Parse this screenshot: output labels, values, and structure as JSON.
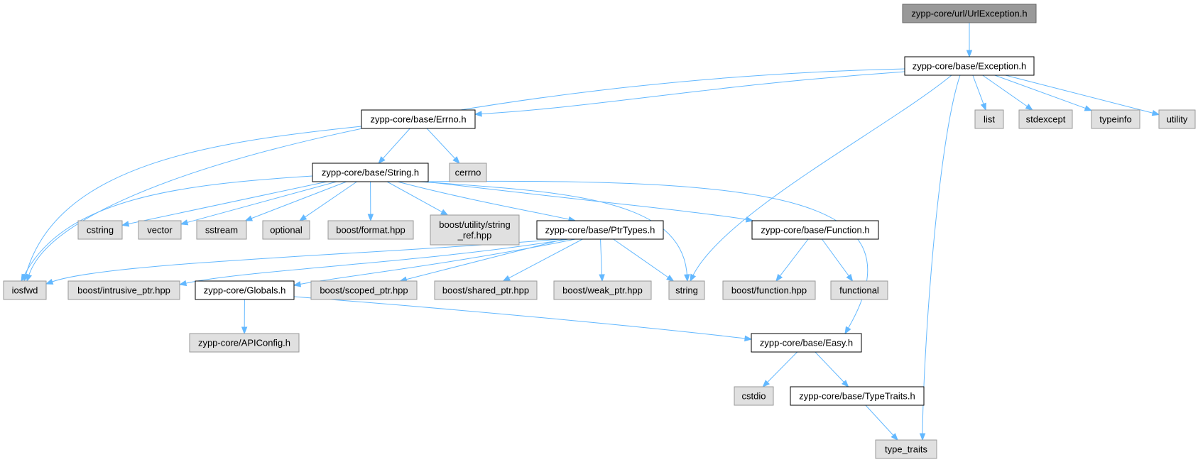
{
  "colors": {
    "edge": "#63b8ff",
    "root_fill": "#999999",
    "root_border": "#666666",
    "header_fill": "#ffffff",
    "header_border": "#000000",
    "system_fill": "#e0e0e0",
    "system_border": "#999999"
  },
  "nodes": [
    {
      "id": "n_url_exception",
      "lines": [
        "zypp-core/url/UrlException.h"
      ],
      "kind": "root"
    },
    {
      "id": "n_exception",
      "lines": [
        "zypp-core/base/Exception.h"
      ],
      "kind": "header"
    },
    {
      "id": "n_errno",
      "lines": [
        "zypp-core/base/Errno.h"
      ],
      "kind": "header"
    },
    {
      "id": "n_list",
      "lines": [
        "list"
      ],
      "kind": "system"
    },
    {
      "id": "n_stdexcept",
      "lines": [
        "stdexcept"
      ],
      "kind": "system"
    },
    {
      "id": "n_typeinfo",
      "lines": [
        "typeinfo"
      ],
      "kind": "system"
    },
    {
      "id": "n_utility",
      "lines": [
        "utility"
      ],
      "kind": "system"
    },
    {
      "id": "n_string_h",
      "lines": [
        "zypp-core/base/String.h"
      ],
      "kind": "header"
    },
    {
      "id": "n_cerrno",
      "lines": [
        "cerrno"
      ],
      "kind": "system"
    },
    {
      "id": "n_cstring",
      "lines": [
        "cstring"
      ],
      "kind": "system"
    },
    {
      "id": "n_vector",
      "lines": [
        "vector"
      ],
      "kind": "system"
    },
    {
      "id": "n_sstream",
      "lines": [
        "sstream"
      ],
      "kind": "system"
    },
    {
      "id": "n_optional",
      "lines": [
        "optional"
      ],
      "kind": "system"
    },
    {
      "id": "n_boost_format",
      "lines": [
        "boost/format.hpp"
      ],
      "kind": "system"
    },
    {
      "id": "n_boost_string_ref",
      "lines": [
        "boost/utility/string",
        "_ref.hpp"
      ],
      "kind": "system"
    },
    {
      "id": "n_ptrtypes",
      "lines": [
        "zypp-core/base/PtrTypes.h"
      ],
      "kind": "header"
    },
    {
      "id": "n_function",
      "lines": [
        "zypp-core/base/Function.h"
      ],
      "kind": "header"
    },
    {
      "id": "n_iosfwd",
      "lines": [
        "iosfwd"
      ],
      "kind": "system"
    },
    {
      "id": "n_boost_intrusive",
      "lines": [
        "boost/intrusive_ptr.hpp"
      ],
      "kind": "system"
    },
    {
      "id": "n_globals",
      "lines": [
        "zypp-core/Globals.h"
      ],
      "kind": "header"
    },
    {
      "id": "n_boost_scoped",
      "lines": [
        "boost/scoped_ptr.hpp"
      ],
      "kind": "system"
    },
    {
      "id": "n_boost_shared",
      "lines": [
        "boost/shared_ptr.hpp"
      ],
      "kind": "system"
    },
    {
      "id": "n_boost_weak",
      "lines": [
        "boost/weak_ptr.hpp"
      ],
      "kind": "system"
    },
    {
      "id": "n_string",
      "lines": [
        "string"
      ],
      "kind": "system"
    },
    {
      "id": "n_boost_function",
      "lines": [
        "boost/function.hpp"
      ],
      "kind": "system"
    },
    {
      "id": "n_functional",
      "lines": [
        "functional"
      ],
      "kind": "system"
    },
    {
      "id": "n_apiconfig",
      "lines": [
        "zypp-core/APIConfig.h"
      ],
      "kind": "system"
    },
    {
      "id": "n_easy",
      "lines": [
        "zypp-core/base/Easy.h"
      ],
      "kind": "header"
    },
    {
      "id": "n_cstdio",
      "lines": [
        "cstdio"
      ],
      "kind": "system"
    },
    {
      "id": "n_typetraits_h",
      "lines": [
        "zypp-core/base/TypeTraits.h"
      ],
      "kind": "header"
    },
    {
      "id": "n_type_traits",
      "lines": [
        "type_traits"
      ],
      "kind": "system"
    }
  ],
  "edges": [
    {
      "from": "n_url_exception",
      "to": "n_exception"
    },
    {
      "from": "n_exception",
      "to": "n_iosfwd"
    },
    {
      "from": "n_exception",
      "to": "n_errno"
    },
    {
      "from": "n_exception",
      "to": "n_string"
    },
    {
      "from": "n_exception",
      "to": "n_type_traits"
    },
    {
      "from": "n_exception",
      "to": "n_list"
    },
    {
      "from": "n_exception",
      "to": "n_stdexcept"
    },
    {
      "from": "n_exception",
      "to": "n_typeinfo"
    },
    {
      "from": "n_exception",
      "to": "n_utility"
    },
    {
      "from": "n_errno",
      "to": "n_iosfwd"
    },
    {
      "from": "n_errno",
      "to": "n_string_h"
    },
    {
      "from": "n_errno",
      "to": "n_cerrno"
    },
    {
      "from": "n_string_h",
      "to": "n_iosfwd"
    },
    {
      "from": "n_string_h",
      "to": "n_cstring"
    },
    {
      "from": "n_string_h",
      "to": "n_vector"
    },
    {
      "from": "n_string_h",
      "to": "n_sstream"
    },
    {
      "from": "n_string_h",
      "to": "n_optional"
    },
    {
      "from": "n_string_h",
      "to": "n_boost_format"
    },
    {
      "from": "n_string_h",
      "to": "n_boost_string_ref"
    },
    {
      "from": "n_string_h",
      "to": "n_ptrtypes"
    },
    {
      "from": "n_string_h",
      "to": "n_string"
    },
    {
      "from": "n_string_h",
      "to": "n_function"
    },
    {
      "from": "n_string_h",
      "to": "n_easy"
    },
    {
      "from": "n_ptrtypes",
      "to": "n_iosfwd"
    },
    {
      "from": "n_ptrtypes",
      "to": "n_boost_intrusive"
    },
    {
      "from": "n_ptrtypes",
      "to": "n_globals"
    },
    {
      "from": "n_ptrtypes",
      "to": "n_boost_scoped"
    },
    {
      "from": "n_ptrtypes",
      "to": "n_boost_shared"
    },
    {
      "from": "n_ptrtypes",
      "to": "n_boost_weak"
    },
    {
      "from": "n_ptrtypes",
      "to": "n_string"
    },
    {
      "from": "n_function",
      "to": "n_boost_function"
    },
    {
      "from": "n_function",
      "to": "n_functional"
    },
    {
      "from": "n_globals",
      "to": "n_apiconfig"
    },
    {
      "from": "n_globals",
      "to": "n_easy"
    },
    {
      "from": "n_easy",
      "to": "n_cstdio"
    },
    {
      "from": "n_easy",
      "to": "n_typetraits_h"
    },
    {
      "from": "n_typetraits_h",
      "to": "n_type_traits"
    }
  ]
}
